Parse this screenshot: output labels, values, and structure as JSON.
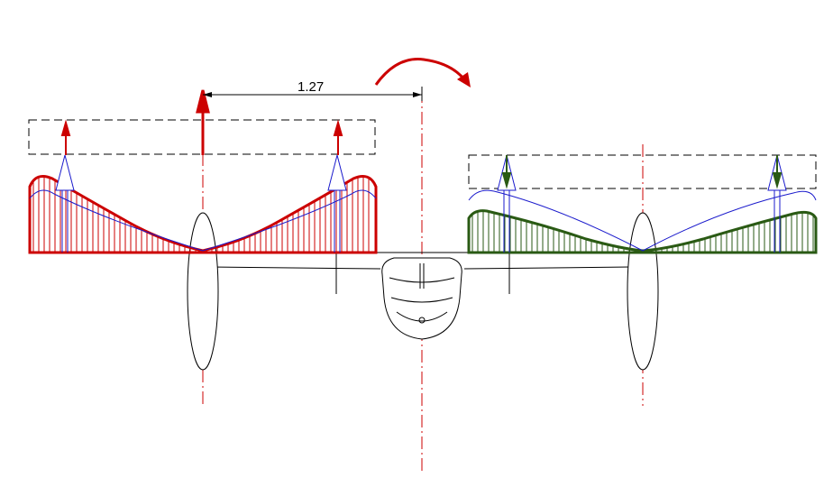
{
  "dimension": {
    "label": "1.27"
  },
  "colors": {
    "left_load": "#cc0000",
    "right_load": "#2a5a14",
    "reference_curve": "#1a1acc",
    "centerline": "#cc0000",
    "outline": "#000000",
    "rotation_arrow": "#cc0000"
  },
  "left_wing": {
    "load_direction": "up"
  },
  "right_wing": {
    "load_direction": "down"
  },
  "rotation": {
    "direction": "clockwise"
  }
}
